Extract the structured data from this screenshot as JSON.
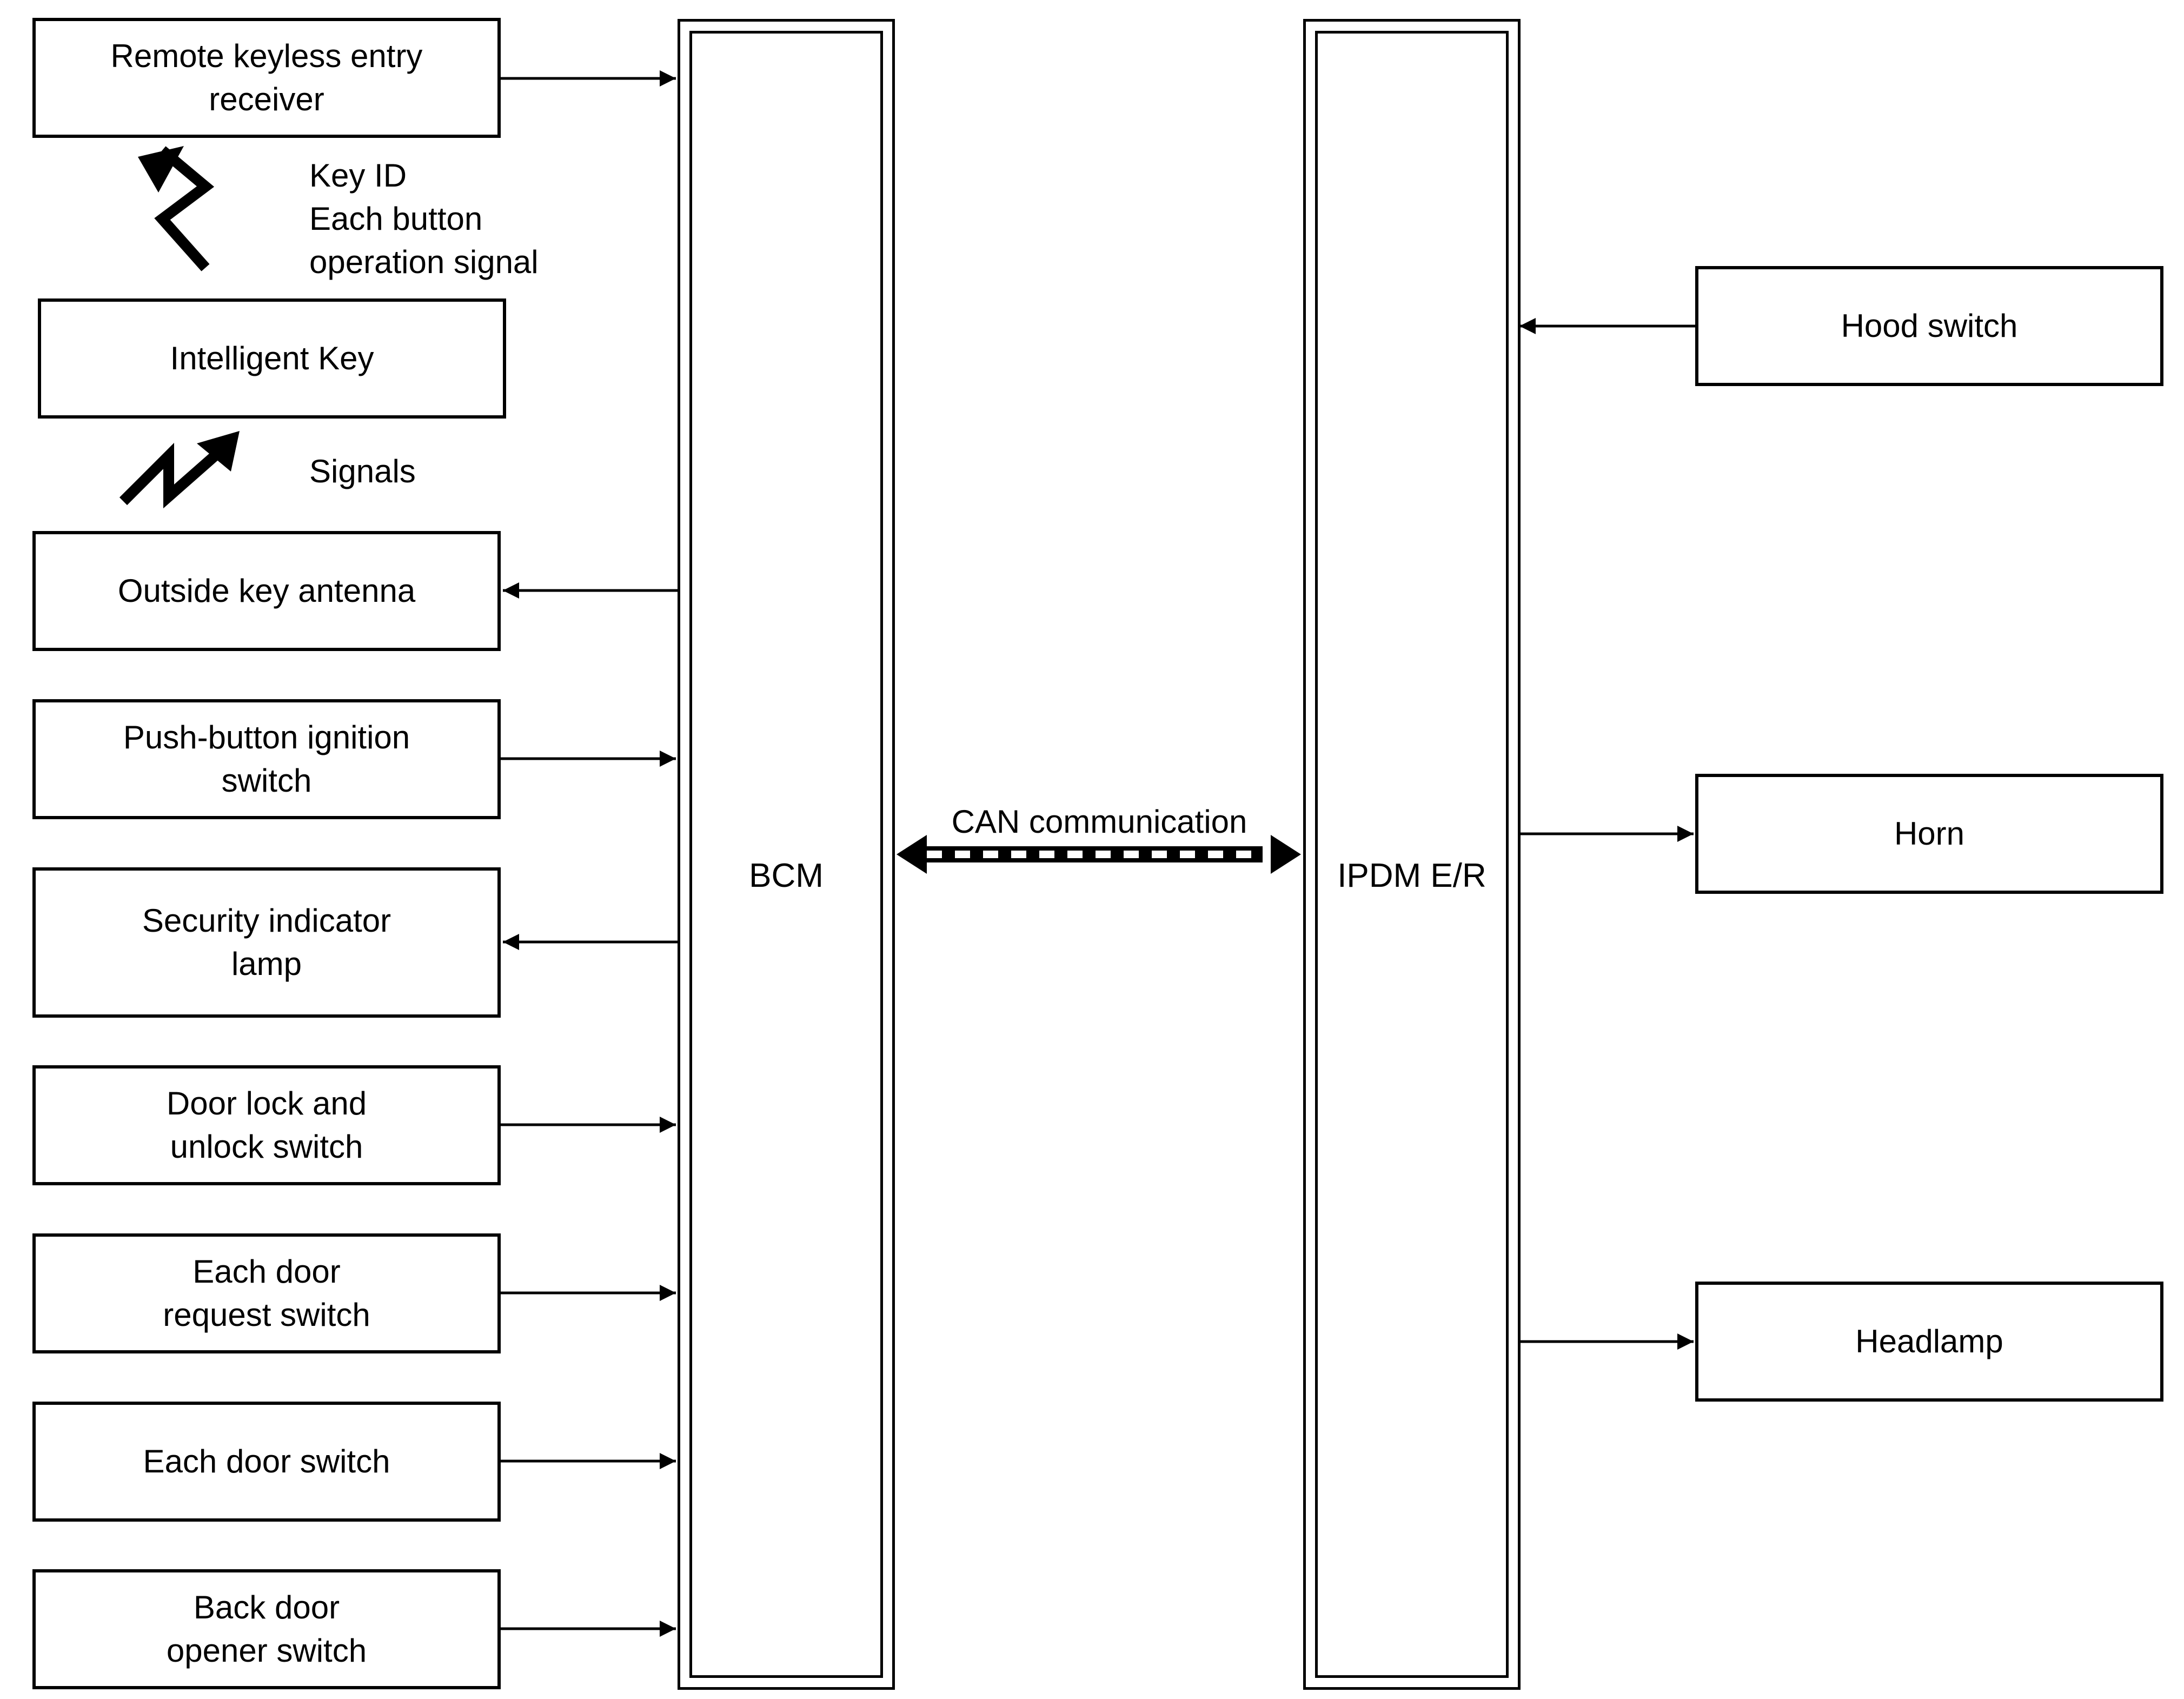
{
  "modules": {
    "bcm": "BCM",
    "ipdm": "IPDM E/R"
  },
  "left_boxes": {
    "remote_keyless_entry_receiver": "Remote keyless entry\nreceiver",
    "intelligent_key": "Intelligent Key",
    "outside_key_antenna": "Outside key antenna",
    "push_button_ignition_switch": "Push-button ignition\nswitch",
    "security_indicator_lamp": "Security indicator\nlamp",
    "door_lock_unlock_switch": "Door lock and\nunlock switch",
    "each_door_request_switch": "Each door\nrequest switch",
    "each_door_switch": "Each door switch",
    "back_door_opener_switch": "Back door\nopener switch"
  },
  "right_boxes": {
    "hood_switch": "Hood switch",
    "horn": "Horn",
    "headlamp": "Headlamp"
  },
  "wireless_labels": {
    "key_id": "Key ID\nEach button\noperation signal",
    "signals": "Signals"
  },
  "can_label": "CAN communication"
}
